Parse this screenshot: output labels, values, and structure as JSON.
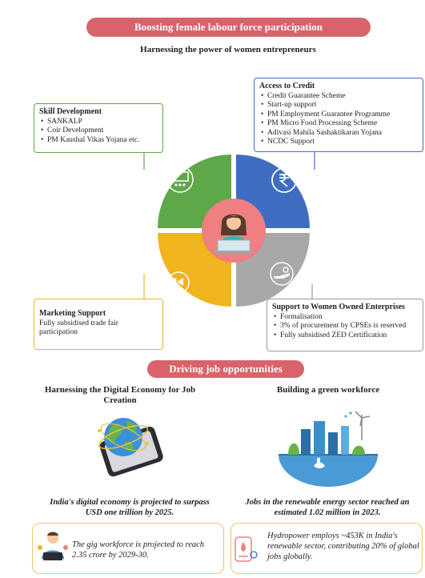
{
  "banner_top": "Boosting female labour force participation",
  "subtitle": "Harnessing the power of women entrepreneurs",
  "skill": {
    "title": "Skill Development",
    "items": [
      "SANKALP",
      "Coir Development",
      "PM Kaushal Vikas Yojana etc."
    ]
  },
  "credit": {
    "title": "Access to Credit",
    "items": [
      "Credit Guarantee Scheme",
      "Start-up support",
      "PM Employment Guarantee Programme",
      "PM Micro Food Processing Scheme",
      "Adivasi Mahila Sashaktikaran Yojana",
      "NCDC Support"
    ]
  },
  "marketing": {
    "title": "Marketing Support",
    "text": "Fully subsidised trade fair participation"
  },
  "women": {
    "title": "Support to Women Owned Enterprises",
    "items": [
      "Formalisation",
      "3% of procurement by CPSEs is reserved",
      "Fully subsidised ZED Certification"
    ]
  },
  "banner_jobs": "Driving job opportunities",
  "digital": {
    "title": "Harnessing the Digital Economy for Job Creation",
    "caption": "India's digital economy is projected to surpass USD one trillion by 2025.",
    "box_text": "The gig workforce is projected to reach 2.35 crore by 2029-30."
  },
  "green": {
    "title": "Building a green workforce",
    "caption": "Jobs in the renewable energy sector reached an estimated 1.02 million in 2023.",
    "box_text": "Hydropower employs ~453K in India's renewable sector, contributing 20% of global jobs globally."
  },
  "colors": {
    "banner": "#d9636b",
    "skill": "#5ea84a",
    "credit": "#3f6dc2",
    "marketing": "#f0b41d",
    "women": "#a8a8a8",
    "center": "#ef7f80"
  },
  "icons": [
    "presentation-icon",
    "rupee-icon",
    "megaphone-icon",
    "hand-giving-icon",
    "woman-at-laptop-icon",
    "globe-phone-icon",
    "green-city-icon",
    "gig-worker-icon",
    "hydropower-icon"
  ]
}
